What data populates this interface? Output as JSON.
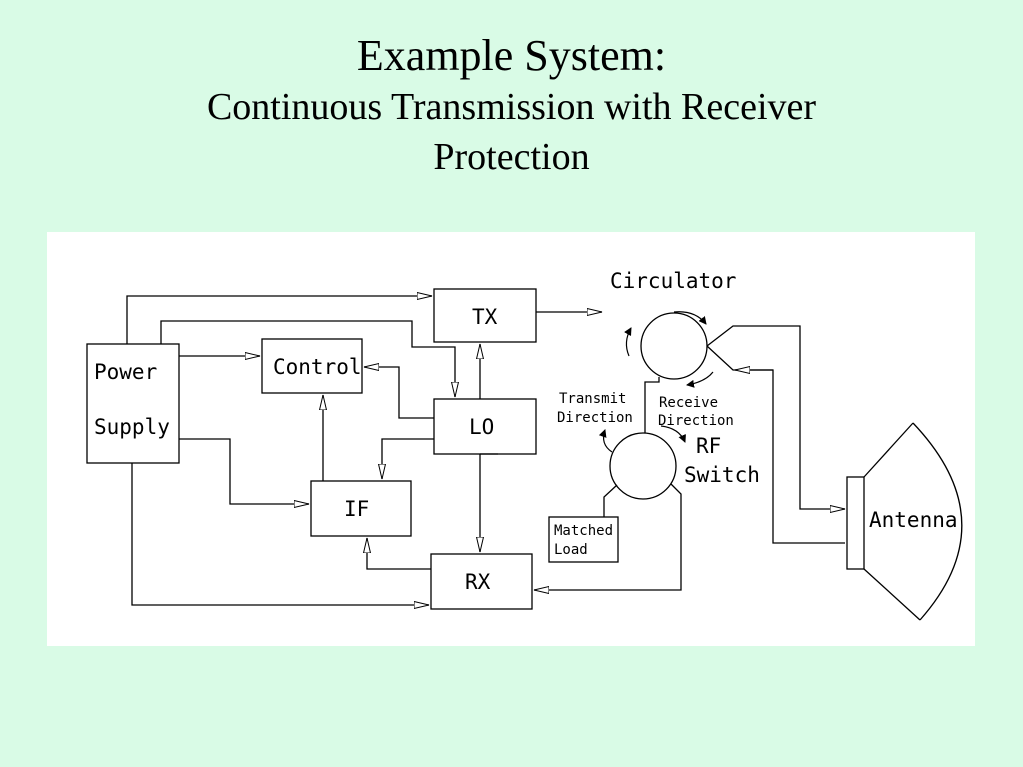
{
  "slide": {
    "title": "Example System:",
    "subtitle": "Continuous Transmission with Receiver Protection"
  },
  "diagram": {
    "blocks": {
      "power_supply": [
        "Power",
        "Supply"
      ],
      "control": "Control",
      "tx": "TX",
      "lo": "LO",
      "if": "IF",
      "rx": "RX",
      "matched_load": [
        "Matched",
        "Load"
      ],
      "antenna": "Antenna"
    },
    "labels": {
      "circulator": "Circulator",
      "rf_switch": [
        "RF",
        "Switch"
      ],
      "transmit_direction": [
        "Transmit",
        "Direction"
      ],
      "receive_direction": [
        "Receive",
        "Direction"
      ]
    }
  }
}
